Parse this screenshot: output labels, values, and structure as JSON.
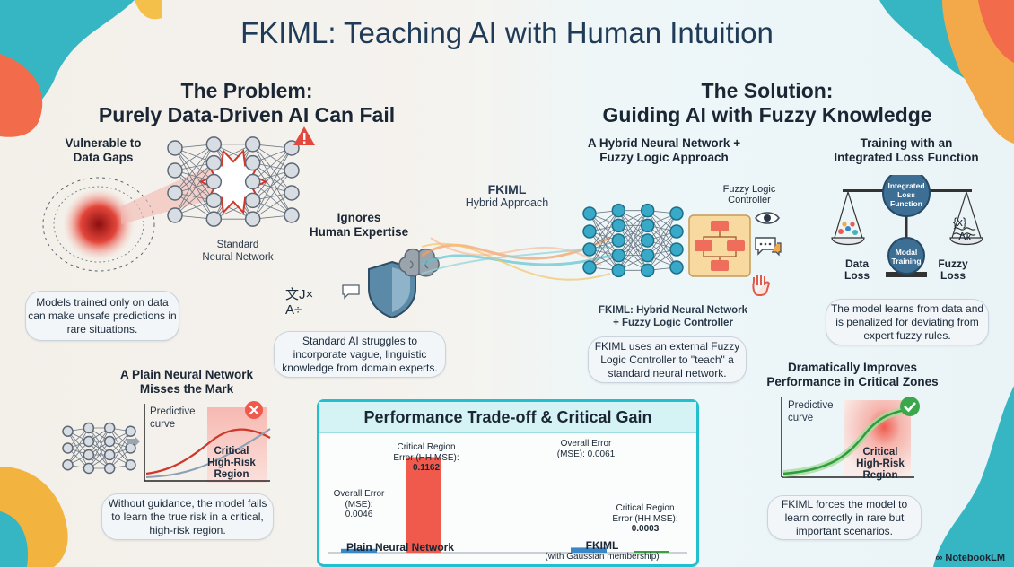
{
  "title": "FKIML: Teaching AI with Human Intuition",
  "problem": {
    "heading_line1": "The Problem:",
    "heading_line2": "Purely Data-Driven AI Can Fail",
    "gaps_title_line1": "Vulnerable to",
    "gaps_title_line2": "Data Gaps",
    "standard_nn_line1": "Standard",
    "standard_nn_line2": "Neural Network",
    "gaps_bubble": "Models trained only on data can make unsafe predictions in rare situations.",
    "expertise_title_line1": "Ignores",
    "expertise_title_line2": "Human Expertise",
    "expertise_bubble": "Standard AI struggles to incorporate vague, linguistic knowledge from domain experts.",
    "miss_title_line1": "A Plain Neural Network",
    "miss_title_line2": "Misses the Mark",
    "predictive_line1": "Predictive",
    "predictive_line2": "curve",
    "region_line1": "Critical",
    "region_line2": "High-Risk",
    "region_line3": "Region",
    "miss_bubble": "Without guidance, the model fails to learn the true risk in a critical, high-risk region.",
    "glyph_text": "文J×\nA÷"
  },
  "center": {
    "fkiml": "FKIML",
    "hybrid": "Hybrid Approach"
  },
  "solution": {
    "heading_line1": "The Solution:",
    "heading_line2": "Guiding AI with Fuzzy Knowledge",
    "hybrid_title_line1": "A Hybrid Neural Network +",
    "hybrid_title_line2": "Fuzzy Logic Approach",
    "flc_line1": "Fuzzy Logic",
    "flc_line2": "Controller",
    "hybrid_caption_line1": "FKIML: Hybrid Neural Network",
    "hybrid_caption_line2": "+ Fuzzy Logic Controller",
    "hybrid_bubble": "FKIML uses an external Fuzzy Logic Controller to \"teach\" a standard neural network.",
    "training_title_line1": "Training with an",
    "training_title_line2": "Integrated Loss Function",
    "integrated_line1": "Integrated",
    "integrated_line2": "Loss",
    "integrated_line3": "Function",
    "modal_line1": "Modal",
    "modal_line2": "Training",
    "data_loss_line1": "Data",
    "data_loss_line2": "Loss",
    "fuzzy_loss_line1": "Fuzzy",
    "fuzzy_loss_line2": "Loss",
    "fuzzy_symbols": "{x}",
    "fuzzy_ak": "Aк",
    "training_bubble": "The model learns from data and is penalized for deviating from expert fuzzy rules.",
    "improve_title_line1": "Dramatically Improves",
    "improve_title_line2": "Performance in Critical Zones",
    "predictive_line1": "Predictive",
    "predictive_line2": "curve",
    "region_line1": "Critical",
    "region_line2": "High-Risk",
    "region_line3": "Region",
    "improve_bubble": "FKIML forces the model to learn correctly in rare but important scenarios."
  },
  "chart_data": {
    "type": "bar",
    "title": "Performance Trade-off & Critical Gain",
    "categories": [
      "Plain Neural Network",
      "FKIML"
    ],
    "category_notes": [
      "",
      "(with Gaussian membership)"
    ],
    "series": [
      {
        "name": "Overall Error (MSE)",
        "values": [
          0.0046,
          0.0061
        ],
        "colors": [
          "#3a87c8",
          "#3a87c8"
        ]
      },
      {
        "name": "Critical Region Error (HH MSE)",
        "values": [
          0.1162,
          0.0003
        ],
        "colors": [
          "#ef5a4c",
          "#3e9d3e"
        ]
      }
    ],
    "labels": {
      "plain_overall_line1": "Overall Error",
      "plain_overall_line2": "(MSE): 0.0046",
      "plain_critical_line1": "Critical Region",
      "plain_critical_line2": "Error (HH MSE):",
      "plain_critical_line3": "0.1162",
      "fkiml_overall_line1": "Overall Error",
      "fkiml_overall_line2": "(MSE): 0.0061",
      "fkiml_critical_line1": "Critical Region",
      "fkiml_critical_line2": "Error (HH MSE):",
      "fkiml_critical_line3": "0.0003"
    },
    "ylim": [
      0,
      0.12
    ],
    "grid": false,
    "legend": "none"
  },
  "brand": "NotebookLM",
  "colors": {
    "accent_teal": "#22bfcf",
    "node_blue": "#39a9c9",
    "danger_red": "#e2483b",
    "success_green": "#3aa84a",
    "title_navy": "#1f3b57"
  },
  "icons": [
    "warning-icon",
    "shield-icon",
    "brain-icon",
    "eye-icon",
    "chat-icon",
    "hand-icon",
    "check-icon",
    "close-icon",
    "scale-icon",
    "translate-icon"
  ]
}
